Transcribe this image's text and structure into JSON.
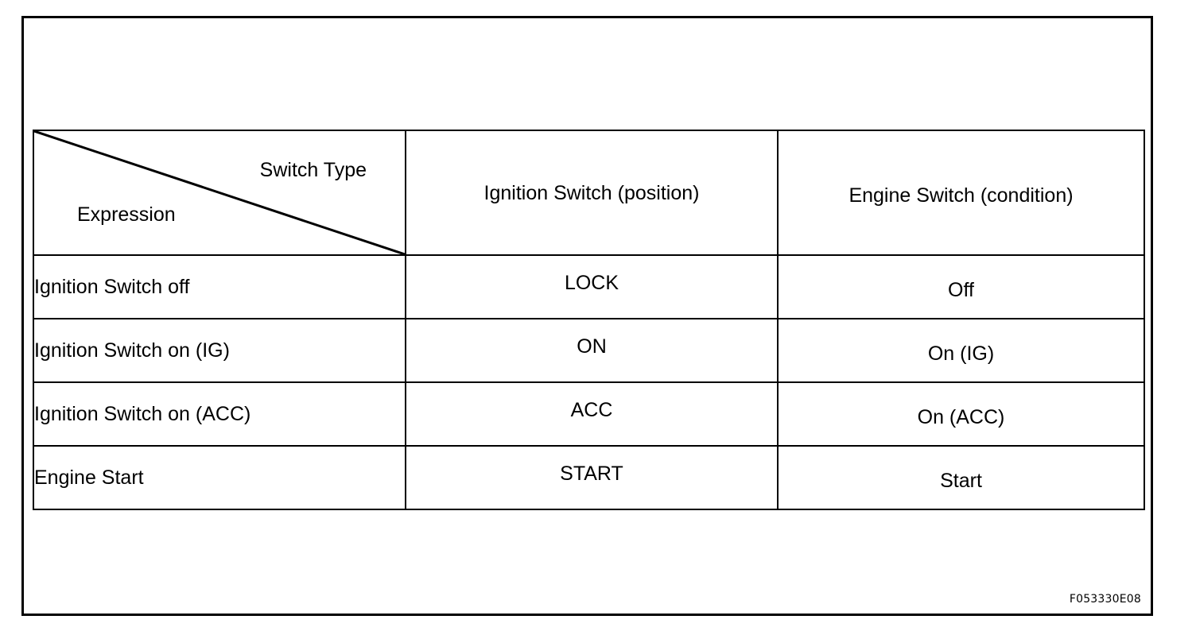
{
  "figure": {
    "code": "F053330E08"
  },
  "table": {
    "corner": {
      "row_axis_label": "Expression",
      "col_axis_label": "Switch Type"
    },
    "columns": [
      {
        "key": "expression",
        "label": "Expression"
      },
      {
        "key": "ignition_switch",
        "label": "Ignition Switch (position)"
      },
      {
        "key": "engine_switch",
        "label": "Engine Switch (condition)"
      }
    ],
    "rows": [
      {
        "expression": "Ignition Switch off",
        "ignition_switch": "LOCK",
        "engine_switch": "Off"
      },
      {
        "expression": "Ignition Switch on (IG)",
        "ignition_switch": "ON",
        "engine_switch": "On (IG)"
      },
      {
        "expression": "Ignition Switch on (ACC)",
        "ignition_switch": "ACC",
        "engine_switch": "On (ACC)"
      },
      {
        "expression": "Engine Start",
        "ignition_switch": "START",
        "engine_switch": "Start"
      }
    ]
  },
  "colors": {
    "ink": "#000000",
    "paper": "#ffffff"
  }
}
